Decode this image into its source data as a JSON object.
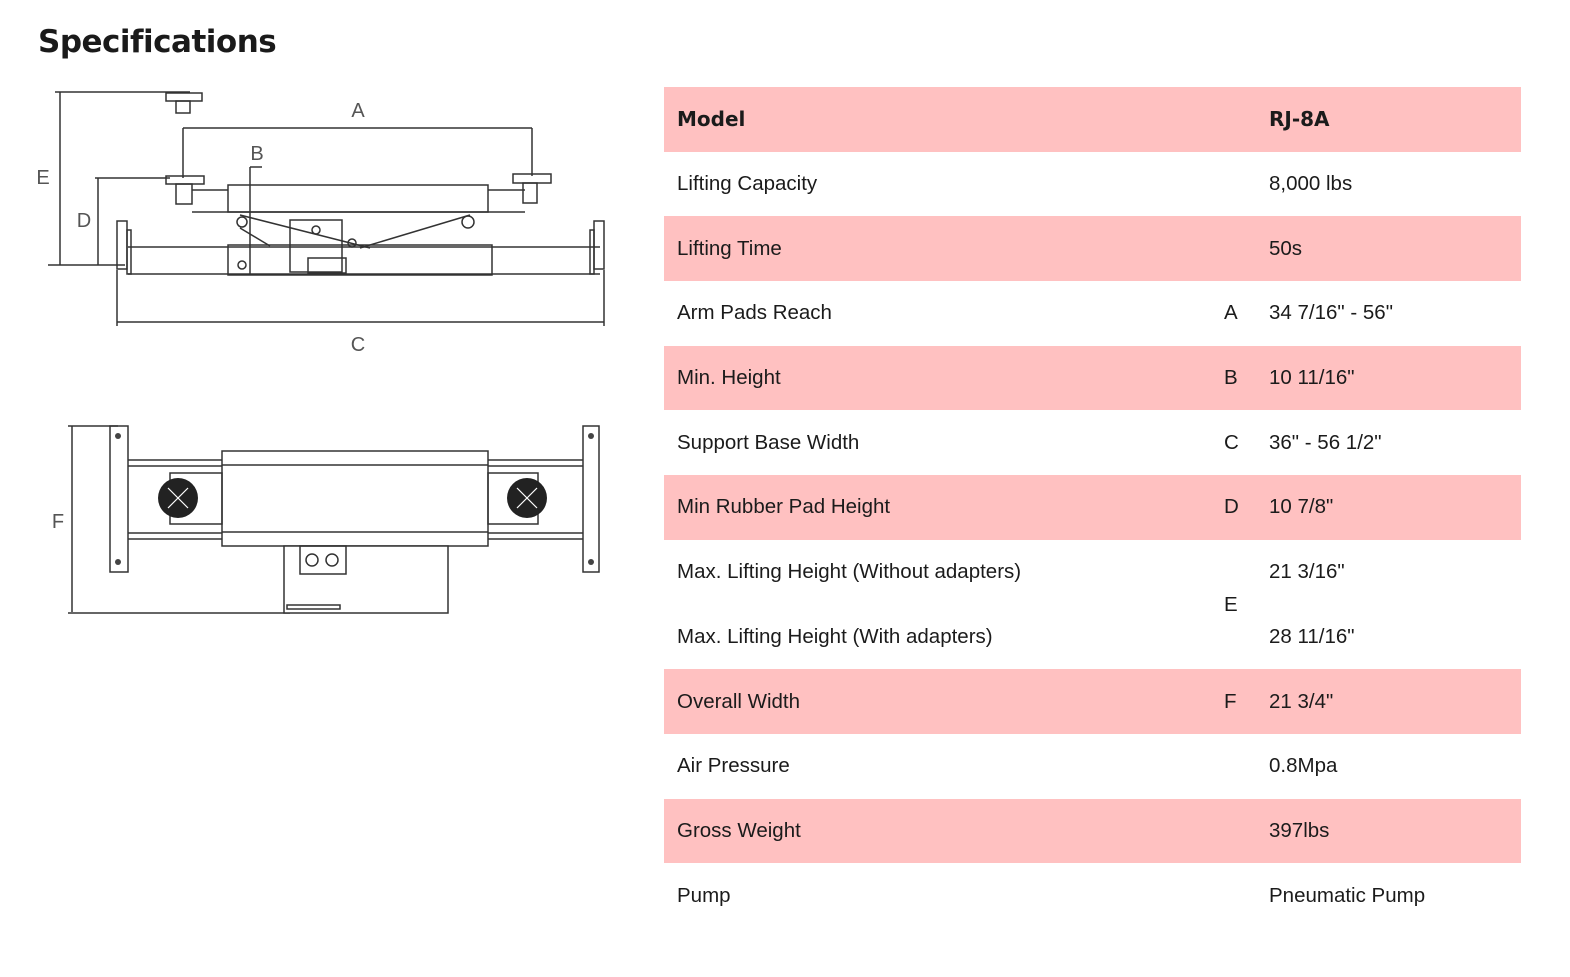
{
  "page": {
    "title": "Specifications"
  },
  "diagram": {
    "side_view_labels": [
      "A",
      "B",
      "C",
      "D",
      "E"
    ],
    "top_view_labels": [
      "F"
    ]
  },
  "colors": {
    "row_highlight": "#ffc1c1",
    "text": "#1b1b1b"
  },
  "spec_table": {
    "header": {
      "label": "Model",
      "code": "",
      "value": "RJ-8A"
    },
    "rows": [
      {
        "label": "Lifting Capacity",
        "code": "",
        "value": "8,000 lbs"
      },
      {
        "label": "Lifting Time",
        "code": "",
        "value": "50s"
      },
      {
        "label": "Arm Pads Reach",
        "code": "A",
        "value": "34 7/16\" - 56\""
      },
      {
        "label": "Min. Height",
        "code": "B",
        "value": "10 11/16\""
      },
      {
        "label": "Support Base Width",
        "code": "C",
        "value": "36\" - 56 1/2\""
      },
      {
        "label": "Min Rubber Pad Height",
        "code": "D",
        "value": "10 7/8\""
      },
      {
        "label": "Max. Lifting Height (Without adapters)",
        "label2": "Max. Lifting Height (With adapters)",
        "code": "E",
        "value": "21 3/16\"",
        "value2": "28 11/16\""
      },
      {
        "label": "Overall Width",
        "code": "F",
        "value": "21 3/4\""
      },
      {
        "label": "Air Pressure",
        "code": "",
        "value": "0.8Mpa"
      },
      {
        "label": "Gross Weight",
        "code": "",
        "value": "397lbs"
      },
      {
        "label": "Pump",
        "code": "",
        "value": "Pneumatic Pump"
      }
    ]
  }
}
